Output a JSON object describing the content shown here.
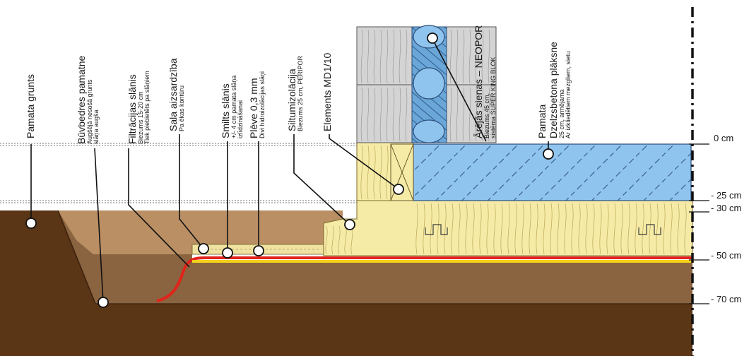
{
  "labels": {
    "pamata_grunts": {
      "title": "Pamata grunts"
    },
    "buvbedres": {
      "title": "Būvbedres pamatne",
      "sub1": "Augšējā nesošā grunts",
      "sub2": "slāņa augša"
    },
    "filtracijas": {
      "title": "Filtrācijas slānis",
      "sub1": "Biezums 15-20 cm",
      "sub2": "Tiek piebietēts pa slāņiem"
    },
    "sala": {
      "title": "Sala aizsardzība",
      "sub1": "Pa ēkas kontūru"
    },
    "smilts": {
      "title": "Smilts slānis",
      "sub1": "+/- 4 cm pamata slāņa",
      "sub2": "izlīdzināšanai"
    },
    "pleve": {
      "title": "Plēve 0,3 mm",
      "sub1": "Divi hidroizolācijas slāņi"
    },
    "siltumizolacija": {
      "title": "Siltumizolācija",
      "sub1": "Biezums 25 cm, PERIPOR"
    },
    "elements": {
      "title": "Elements MD1/10"
    },
    "arejas": {
      "title": "Ārējās sienas – NEOPOR",
      "sub1": "Biezums 45 cm,",
      "sub2": "sistēma SUPER KING BLOK"
    },
    "pamata_plaksne": {
      "title": "Pamata",
      "title2": "Dzelzsbetona plāksne",
      "sub1": "25 cm, armējama",
      "sub2": "Ar izkliedētiem mezgliem, sietu"
    }
  },
  "levels": [
    "0 cm",
    "- 25 cm",
    "- 30 cm",
    "- 50 cm",
    "- 70 cm"
  ],
  "colors": {
    "soil_dark": "#5a3516",
    "soil_mid": "#8a6340",
    "soil_light": "#b98f63",
    "insulation": "#f6eba6",
    "concrete": "#8fc4ee",
    "membrane_red": "#e2231a",
    "membrane_yellow": "#f4d21c",
    "block_grey": "#d4d4d4"
  }
}
